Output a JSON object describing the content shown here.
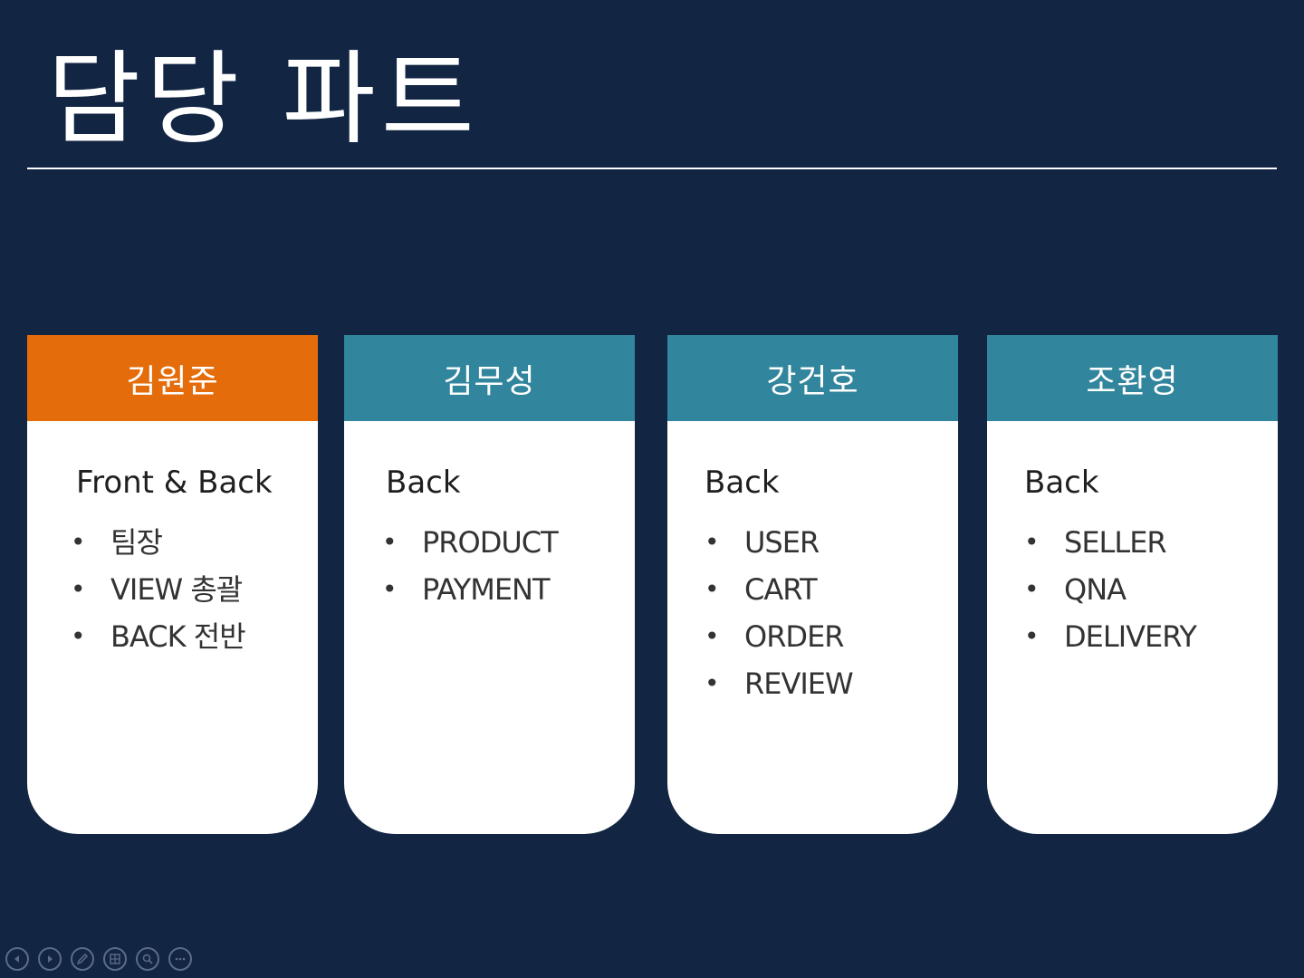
{
  "slide": {
    "title": "담당 파트"
  },
  "cards": [
    {
      "name": "김원준",
      "role": "Front & Back",
      "items": [
        "팀장",
        "VIEW 총괄",
        "BACK 전반"
      ]
    },
    {
      "name": "김무성",
      "role": "Back",
      "items": [
        "PRODUCT",
        "PAYMENT"
      ]
    },
    {
      "name": "강건호",
      "role": "Back",
      "items": [
        "USER",
        "CART",
        "ORDER",
        "REVIEW"
      ]
    },
    {
      "name": "조환영",
      "role": "Back",
      "items": [
        "SELLER",
        "QNA",
        "DELIVERY"
      ]
    }
  ],
  "bullet_glyph": "•",
  "colors": {
    "background": "#122543",
    "accent_orange": "#e46c0a",
    "accent_teal": "#31859c",
    "card": "#ffffff"
  },
  "controls": {
    "icons": [
      "previous-icon",
      "next-icon",
      "pen-icon",
      "slides-grid-icon",
      "zoom-icon",
      "more-icon"
    ]
  }
}
